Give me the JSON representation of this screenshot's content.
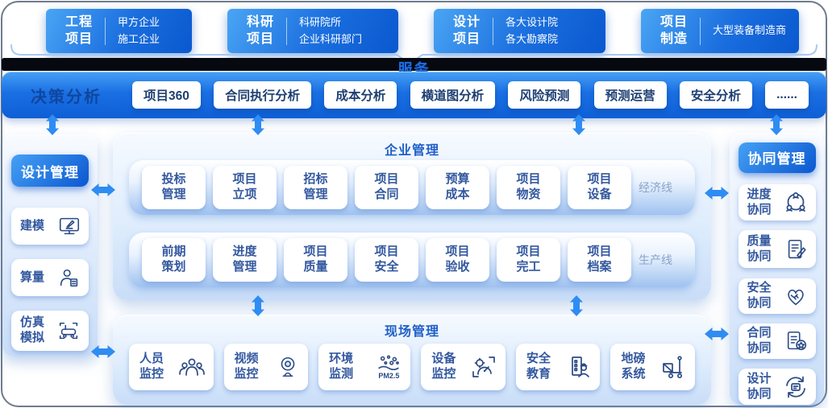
{
  "top_sources": [
    {
      "label_lines": [
        "工程",
        "项目"
      ],
      "desc_lines": [
        "甲方企业",
        "施工企业"
      ]
    },
    {
      "label_lines": [
        "科研",
        "项目"
      ],
      "desc_lines": [
        "科研院所",
        "企业科研部门"
      ]
    },
    {
      "label_lines": [
        "设计",
        "项目"
      ],
      "desc_lines": [
        "各大设计院",
        "各大勘察院"
      ]
    },
    {
      "label_lines": [
        "项目",
        "制造"
      ],
      "desc_lines": [
        "大型装备制造商"
      ]
    }
  ],
  "service_label": "服务",
  "decision_bar": {
    "title": "决策分析",
    "buttons": [
      "项目360",
      "合同执行分析",
      "成本分析",
      "横道图分析",
      "风险预测",
      "预测运营",
      "安全分析",
      "......"
    ]
  },
  "enterprise": {
    "title": "企业管理",
    "rows": [
      {
        "tag": "经济线",
        "items": [
          [
            "投标",
            "管理"
          ],
          [
            "项目",
            "立项"
          ],
          [
            "招标",
            "管理"
          ],
          [
            "项目",
            "合同"
          ],
          [
            "预算",
            "成本"
          ],
          [
            "项目",
            "物资"
          ],
          [
            "项目",
            "设备"
          ]
        ]
      },
      {
        "tag": "生产线",
        "items": [
          [
            "前期",
            "策划"
          ],
          [
            "进度",
            "管理"
          ],
          [
            "项目",
            "质量"
          ],
          [
            "项目",
            "安全"
          ],
          [
            "项目",
            "验收"
          ],
          [
            "项目",
            "完工"
          ],
          [
            "项目",
            "档案"
          ]
        ]
      }
    ]
  },
  "site": {
    "title": "现场管理",
    "items": [
      {
        "lines": [
          "人员",
          "监控"
        ],
        "icon": "people-icon"
      },
      {
        "lines": [
          "视频",
          "监控"
        ],
        "icon": "webcam-icon"
      },
      {
        "lines": [
          "环境",
          "监测"
        ],
        "icon": "pm25-icon",
        "icon_caption": "PM2.5"
      },
      {
        "lines": [
          "设备",
          "监控"
        ],
        "icon": "gauge-icon"
      },
      {
        "lines": [
          "安全",
          "教育"
        ],
        "icon": "safety-education-icon"
      },
      {
        "lines": [
          "地磅",
          "系统"
        ],
        "icon": "weighbridge-icon"
      }
    ]
  },
  "left_sidebar": {
    "title": "设计管理",
    "items": [
      {
        "lines": [
          "建模"
        ],
        "icon": "monitor-pencil-icon"
      },
      {
        "lines": [
          "算量"
        ],
        "icon": "person-doc-icon"
      },
      {
        "lines": [
          "仿真",
          "模拟"
        ],
        "icon": "vr-icon"
      }
    ]
  },
  "right_sidebar": {
    "title": "协同管理",
    "items": [
      {
        "lines": [
          "进度",
          "协同"
        ],
        "icon": "schedule-collab-icon"
      },
      {
        "lines": [
          "质量",
          "协同"
        ],
        "icon": "quality-collab-icon"
      },
      {
        "lines": [
          "安全",
          "协同"
        ],
        "icon": "safety-collab-icon"
      },
      {
        "lines": [
          "合同",
          "协同"
        ],
        "icon": "contract-collab-icon"
      },
      {
        "lines": [
          "设计",
          "协同"
        ],
        "icon": "design-collab-icon"
      }
    ]
  },
  "colors": {
    "primary_blue": "#1a6ede",
    "accent_arrow": "#2f8cf2",
    "band_dark": "#06090f",
    "item_text": "#33589f",
    "tag_text": "#8aa3c9",
    "service_text": "#1e6de4"
  }
}
